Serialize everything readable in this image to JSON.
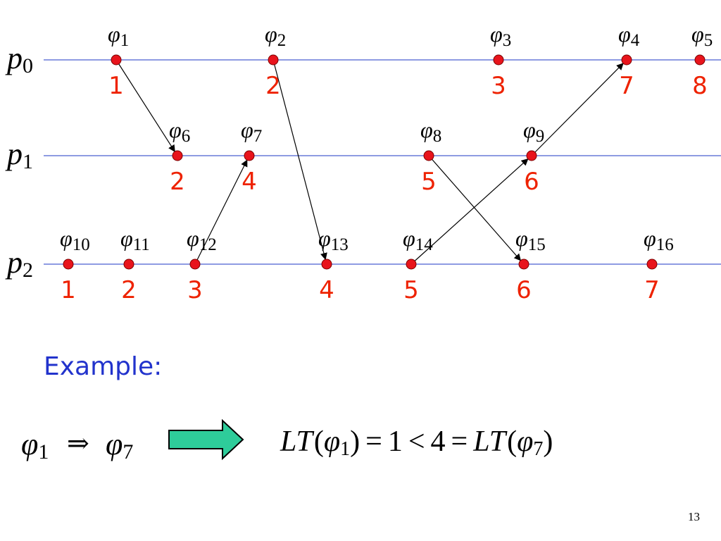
{
  "diagram": {
    "processes": [
      {
        "id": "p0",
        "letter": "p",
        "sub": "0"
      },
      {
        "id": "p1",
        "letter": "p",
        "sub": "1"
      },
      {
        "id": "p2",
        "letter": "p",
        "sub": "2"
      }
    ],
    "events": [
      {
        "id": "e1",
        "process": 0,
        "sub": "1",
        "clock": "1"
      },
      {
        "id": "e2",
        "process": 0,
        "sub": "2",
        "clock": "2"
      },
      {
        "id": "e3",
        "process": 0,
        "sub": "3",
        "clock": "3"
      },
      {
        "id": "e4",
        "process": 0,
        "sub": "4",
        "clock": "7"
      },
      {
        "id": "e5",
        "process": 0,
        "sub": "5",
        "clock": "8"
      },
      {
        "id": "e6",
        "process": 1,
        "sub": "6",
        "clock": "2"
      },
      {
        "id": "e7",
        "process": 1,
        "sub": "7",
        "clock": "4"
      },
      {
        "id": "e8",
        "process": 1,
        "sub": "8",
        "clock": "5"
      },
      {
        "id": "e9",
        "process": 1,
        "sub": "9",
        "clock": "6"
      },
      {
        "id": "e10",
        "process": 2,
        "sub": "10",
        "clock": "1"
      },
      {
        "id": "e11",
        "process": 2,
        "sub": "11",
        "clock": "2"
      },
      {
        "id": "e12",
        "process": 2,
        "sub": "12",
        "clock": "3"
      },
      {
        "id": "e13",
        "process": 2,
        "sub": "13",
        "clock": "4"
      },
      {
        "id": "e14",
        "process": 2,
        "sub": "14",
        "clock": "5"
      },
      {
        "id": "e15",
        "process": 2,
        "sub": "15",
        "clock": "6"
      },
      {
        "id": "e16",
        "process": 2,
        "sub": "16",
        "clock": "7"
      }
    ],
    "messages": [
      {
        "from": "e1",
        "to": "e6"
      },
      {
        "from": "e2",
        "to": "e13"
      },
      {
        "from": "e12",
        "to": "e7"
      },
      {
        "from": "e14",
        "to": "e9"
      },
      {
        "from": "e9",
        "to": "e4"
      },
      {
        "from": "e8",
        "to": "e15"
      }
    ],
    "event_symbol": "φ",
    "colors": {
      "timeline": "#4a5fd0",
      "event": "#e8141c",
      "clock_label": "#ee2200",
      "message": "#000000",
      "arrow_fill": "#2ecc9a"
    }
  },
  "example_label": "Example:",
  "implication": {
    "left_sub": "1",
    "operator": "⇒",
    "right_sub": "7"
  },
  "equation": {
    "lt": "LT",
    "open": "(",
    "close": ")",
    "left_sub": "1",
    "eq1": "=",
    "v1": "1",
    "lt_op": "<",
    "v2": "4",
    "eq2": "=",
    "right_sub": "7"
  },
  "page_number": "13"
}
